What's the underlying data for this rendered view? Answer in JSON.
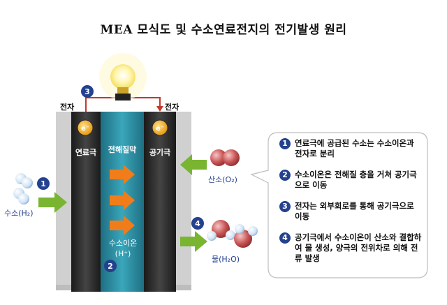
{
  "title": "MEA 모식도 및 수소연료전지의 전기발생 원리",
  "labels": {
    "electron_left": "전자",
    "electron_right": "전자",
    "electron_symbol_left": "e⁻",
    "electron_symbol_right": "e⁻",
    "anode": "연료극",
    "electrolyte": "전해질막",
    "cathode": "공기극",
    "hydrogen_ion": "수소이온",
    "hydrogen_ion_formula": "(H⁺)",
    "hydrogen": "수소(H₂)",
    "oxygen": "산소(O₂)",
    "water": "물(H₂O)"
  },
  "steps": [
    {
      "num": "1",
      "text": "연료극에 공급된 수소는 수소이온과 전자로 분리"
    },
    {
      "num": "2",
      "text": "수소이온은 전해질 층을 거쳐 공기극으로 이동"
    },
    {
      "num": "3",
      "text": "전자는 외부회로를 통해 공기극으로 이동"
    },
    {
      "num": "4",
      "text": "공기극에서 수소이온이 산소와 결합하여 물 생성, 양극의 전위차로 의해 전류 발생"
    }
  ],
  "diagram_markers": {
    "m1": "1",
    "m2": "2",
    "m3": "3",
    "m4": "4"
  },
  "colors": {
    "electrode": "#2b2b2b",
    "electrolyte": "#2e8ea3",
    "frame": "#c8c8c8",
    "arrow_green": "#79b531",
    "arrow_orange": "#f07d1a",
    "marker_blue": "#23418e",
    "circuit_red": "#c0392b"
  },
  "icons": [
    "light-bulb-icon",
    "hydrogen-molecule-icon",
    "oxygen-molecule-icon",
    "water-molecule-icon"
  ]
}
